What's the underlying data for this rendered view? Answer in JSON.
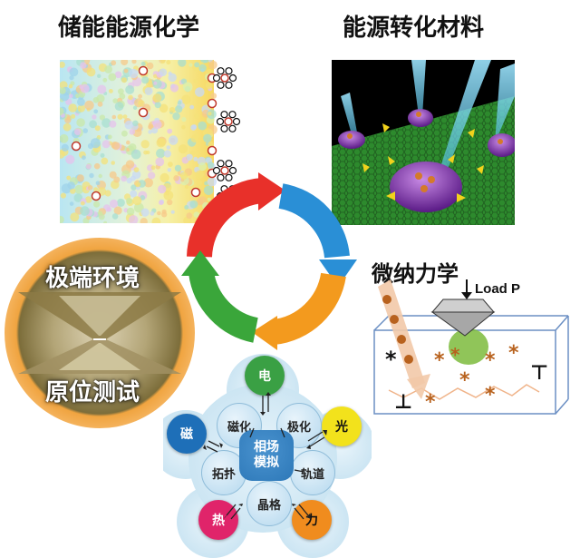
{
  "titles": {
    "energy_storage": "储能能源化学",
    "energy_conversion": "能源转化材料",
    "extreme_environment": "极端环境",
    "in_situ_testing": "原位测试",
    "micro_nano_mechanics": "微纳力学"
  },
  "mechanics": {
    "load_label": "Load P"
  },
  "phase_field": {
    "center_line1": "相场",
    "center_line2": "模拟",
    "inner": [
      "磁化",
      "极化",
      "轨道",
      "晶格",
      "拓扑"
    ],
    "outer": [
      "电",
      "光",
      "力",
      "热",
      "磁"
    ]
  },
  "colors": {
    "cycle_red": "#e8302a",
    "cycle_orange": "#f39a1e",
    "cycle_blue": "#2a8fd6",
    "cycle_green": "#3aa63a",
    "outer_electric": "#3aa044",
    "outer_light": "#f2e21c",
    "outer_force": "#f08c1e",
    "outer_heat": "#e0246a",
    "outer_magnetic": "#1e6fb8",
    "center_blue": "#2d78b8"
  }
}
